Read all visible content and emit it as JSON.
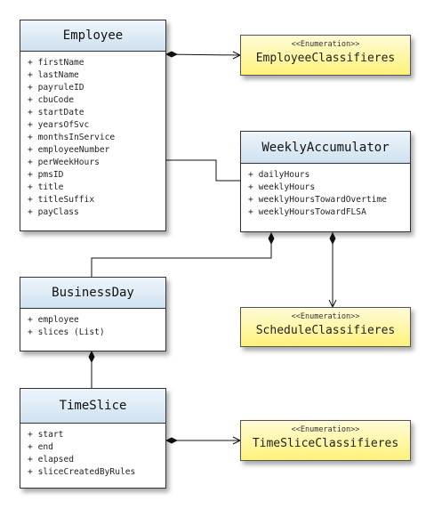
{
  "stereotype": "<<Enumeration>>",
  "classes": {
    "employee": {
      "name": "Employee",
      "attributes": [
        "firstName",
        "lastName",
        "payruleID",
        "cbuCode",
        "startDate",
        "yearsOfSvc",
        "monthsInService",
        "employeeNumber",
        "perWeekHours",
        "pmsID",
        "title",
        "titleSuffix",
        "payClass"
      ]
    },
    "weekly": {
      "name": "WeeklyAccumulator",
      "attributes": [
        "dailyHours",
        "weeklyHours",
        "weeklyHoursTowardOvertime",
        "weeklyHoursTowardFLSA"
      ]
    },
    "business": {
      "name": "BusinessDay",
      "attributes": [
        "employee",
        "slices (List)"
      ]
    },
    "timeslice": {
      "name": "TimeSlice",
      "attributes": [
        "start",
        "end",
        "elapsed",
        "sliceCreatedByRules"
      ]
    }
  },
  "enums": {
    "employee": {
      "name": "EmployeeClassifieres"
    },
    "schedule": {
      "name": "ScheduleClassifieres"
    },
    "timeslice": {
      "name": "TimeSliceClassifieres"
    }
  }
}
